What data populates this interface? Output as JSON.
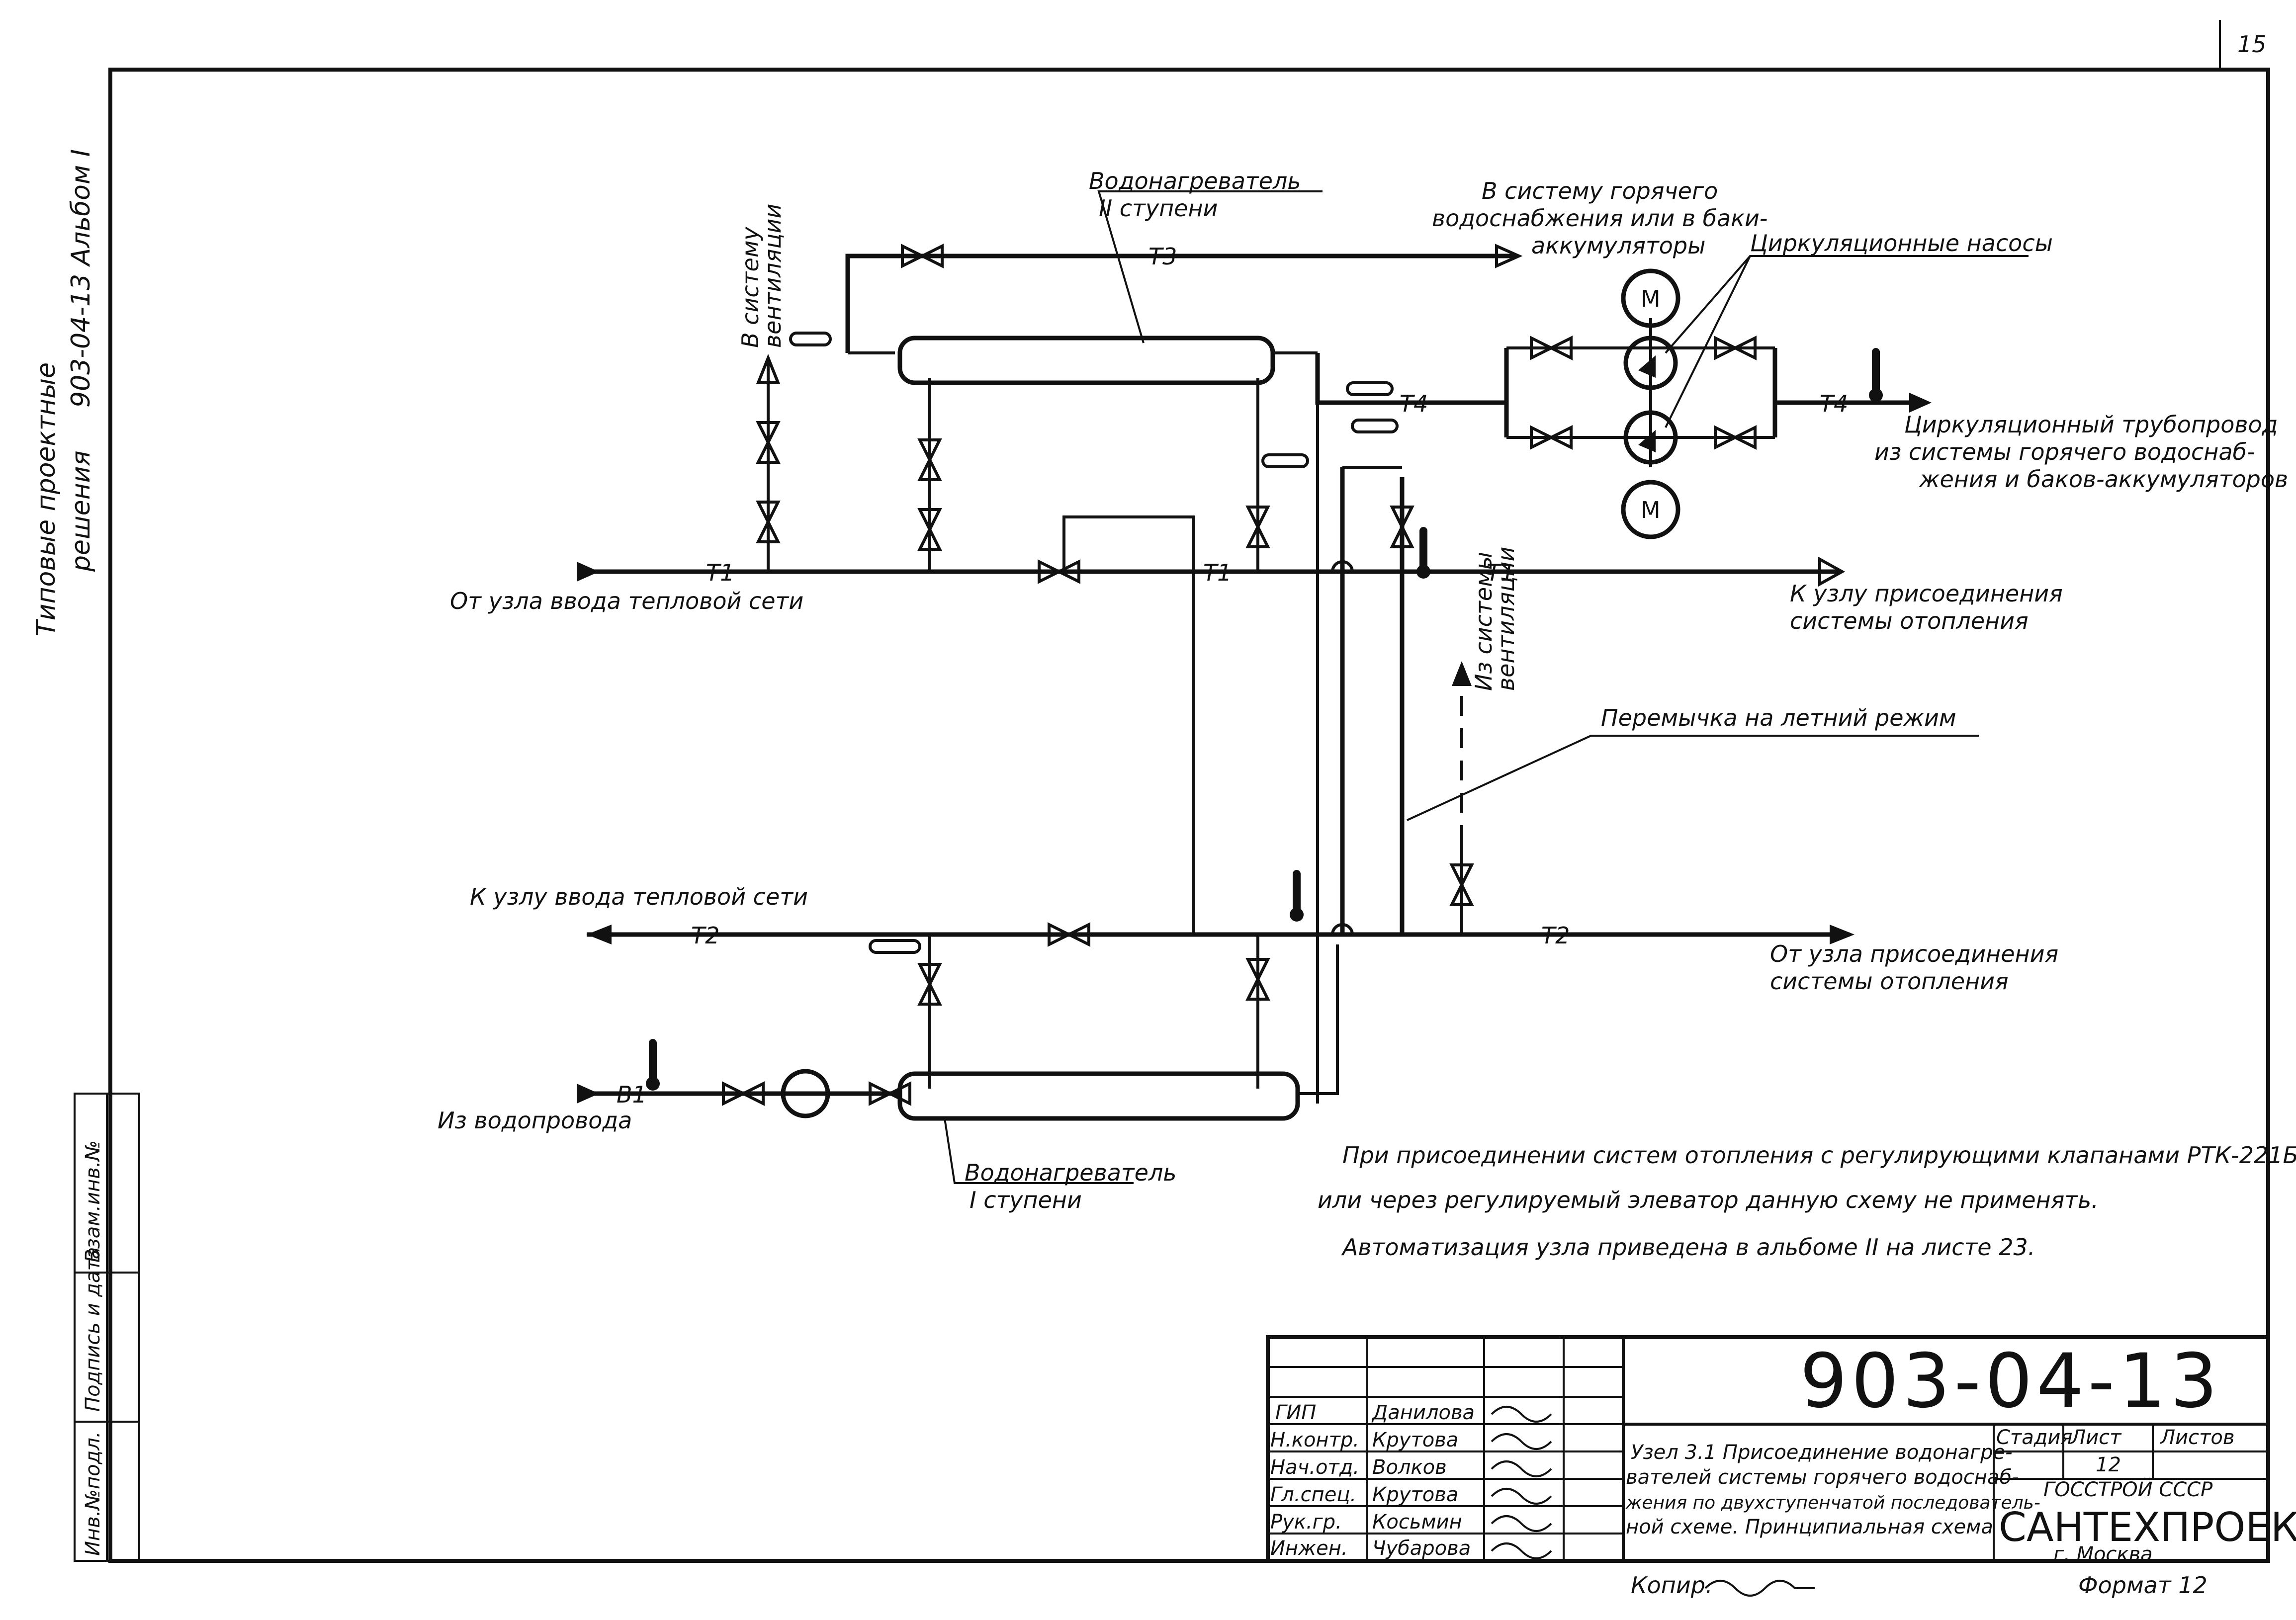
{
  "page": {
    "sheet_corner_number": "15",
    "side_caption_line1": "Типовые проектные",
    "side_caption_line2": "решения",
    "side_caption_code": "903-04-13 Альбом I",
    "left_stamp": [
      "Инв.№подл.",
      "Подпись и дата",
      "Взам.инв.№"
    ],
    "copied_by": "Копир.",
    "format_label": "Формат 12"
  },
  "diagram": {
    "labels": {
      "heater_stage2_line1": "Водонагреватель",
      "heater_stage2_line2": "II ступени",
      "hot_water_line1": "В систему горячего",
      "hot_water_line2": "водоснабжения или в баки-",
      "hot_water_line3": "аккумуляторы",
      "pumps": "Циркуляционные насосы",
      "to_ventilation_line1": "В систему",
      "to_ventilation_line2": "вентиляции",
      "from_ventilation_line1": "Из системы",
      "from_ventilation_line2": "вентиляции",
      "recirc_line1": "Циркуляционный трубопровод",
      "recirc_line2": "из системы горячего водоснаб-",
      "recirc_line3": "жения и баков-аккумуляторов",
      "from_heat_input": "От узла ввода тепловой сети",
      "to_heating_line1": "К узлу присоединения",
      "to_heating_line2": "системы отопления",
      "summer_bypass": "Перемычка на летний режим",
      "to_heat_input": "К узлу ввода тепловой сети",
      "from_heating_line1": "От узла присоединения",
      "from_heating_line2": "системы отопления",
      "from_water_main": "Из водопровода",
      "heater_stage1_line1": "Водонагреватель",
      "heater_stage1_line2": "I ступени",
      "pump_motor": "М"
    },
    "pipes": {
      "t1": "Т1",
      "t2": "Т2",
      "t3": "Т3",
      "t4": "Т4",
      "b1": "В1"
    },
    "notes": [
      "При присоединении систем отопления с регулирующими клапанами РТК-221Б",
      "или через регулируемый элеватор данную схему не применять.",
      "Автоматизация узла приведена в альбоме II на листе 23."
    ]
  },
  "title_block": {
    "doc_code": "903-04-13",
    "rows": [
      {
        "role": "ГИП",
        "name": "Данилова"
      },
      {
        "role": "Н.контр.",
        "name": "Крутова"
      },
      {
        "role": "Нач.отд.",
        "name": "Волков"
      },
      {
        "role": "Гл.спец.",
        "name": "Крутова"
      },
      {
        "role": "Рук.гр.",
        "name": "Косьмин"
      },
      {
        "role": "Инжен.",
        "name": "Чубарова"
      }
    ],
    "description_lines": [
      "Узел 3.1 Присоединение водонагре-",
      "вателей системы горячего водоснаб-",
      "жения по двухступенчатой последователь-",
      "ной схеме. Принципиальная схема"
    ],
    "stage_header": "Стадия",
    "sheet_header": "Лист",
    "sheets_header": "Листов",
    "sheet_number": "12",
    "org_line1": "ГОССТРОЙ СССР",
    "org_name": "САНТЕХПРОЕКТ",
    "org_city": "г. Москва"
  }
}
